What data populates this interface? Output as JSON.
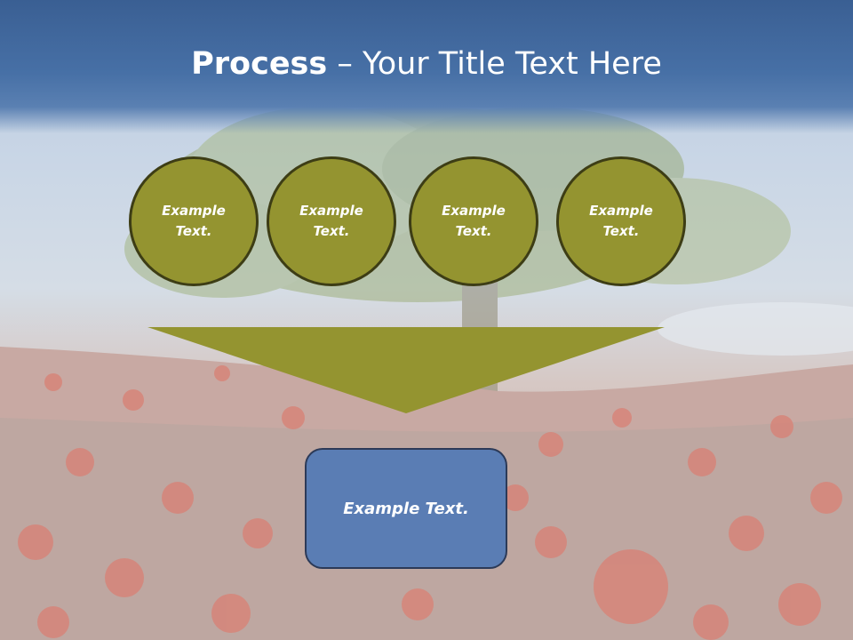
{
  "title": {
    "strong": "Process",
    "rest": " – Your Title Text Here"
  },
  "process_steps": [
    {
      "line1": "Example",
      "line2": "Text."
    },
    {
      "line1": "Example",
      "line2": "Text."
    },
    {
      "line1": "Example",
      "line2": "Text."
    },
    {
      "line1": "Example",
      "line2": "Text."
    }
  ],
  "result": {
    "label": "Example Text."
  },
  "colors": {
    "header": "#4770a6",
    "step_fill": "#949430",
    "step_border": "#3d3d15",
    "arrow_fill": "#949430",
    "result_fill": "#5a7db4"
  }
}
